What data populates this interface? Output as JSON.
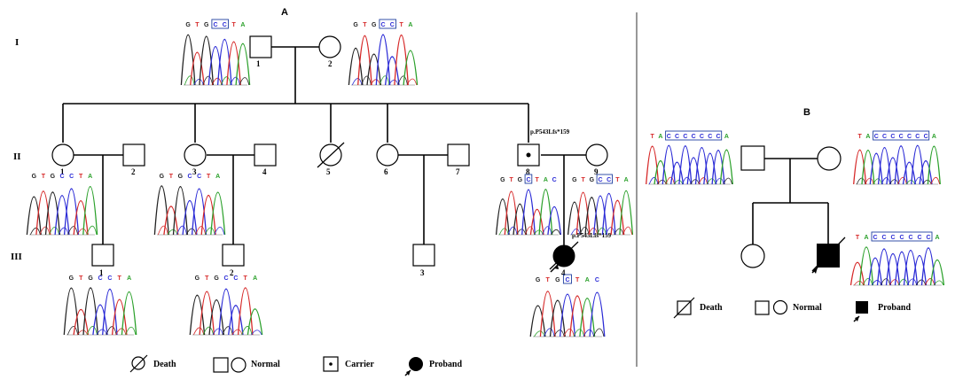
{
  "panels": {
    "a": "A",
    "b": "B"
  },
  "generations": [
    "I",
    "II",
    "III"
  ],
  "mutation": "p.P543Lfs*159",
  "numbers": {
    "i1": "1",
    "i2": "2",
    "ii1": "1",
    "ii2": "2",
    "ii3": "3",
    "ii4": "4",
    "ii5": "5",
    "ii6": "6",
    "ii7": "7",
    "ii8": "8",
    "ii9": "9",
    "iii1": "1",
    "iii2": "2",
    "iii3": "3",
    "iii4": "4"
  },
  "legend_a": {
    "death": "Death",
    "normal": "Normal",
    "carrier": "Carrier",
    "proband": "Proband"
  },
  "legend_b": {
    "death": "Death",
    "normal": "Normal",
    "proband": "Proband"
  },
  "sequences": {
    "i1": "GTGCCTA",
    "i2": "GTGCCTA",
    "ii1": "GTGCCTA",
    "ii3": "GTGCCTA",
    "ii8": "GTGCTAC",
    "ii9": "GTGCCTA",
    "iii1": "GTGCCTA",
    "iii2": "GTGCCTA",
    "iii4": "GTGCTAC",
    "b_father": "TACCCCCCCA",
    "b_mother": "TACCCCCCCA",
    "b_proband": "TACCCCCCCA"
  },
  "colors": {
    "A": "#2aa02a",
    "C": "#2b2bd6",
    "G": "#222222",
    "T": "#d62828",
    "box": "#1f3f9f"
  }
}
